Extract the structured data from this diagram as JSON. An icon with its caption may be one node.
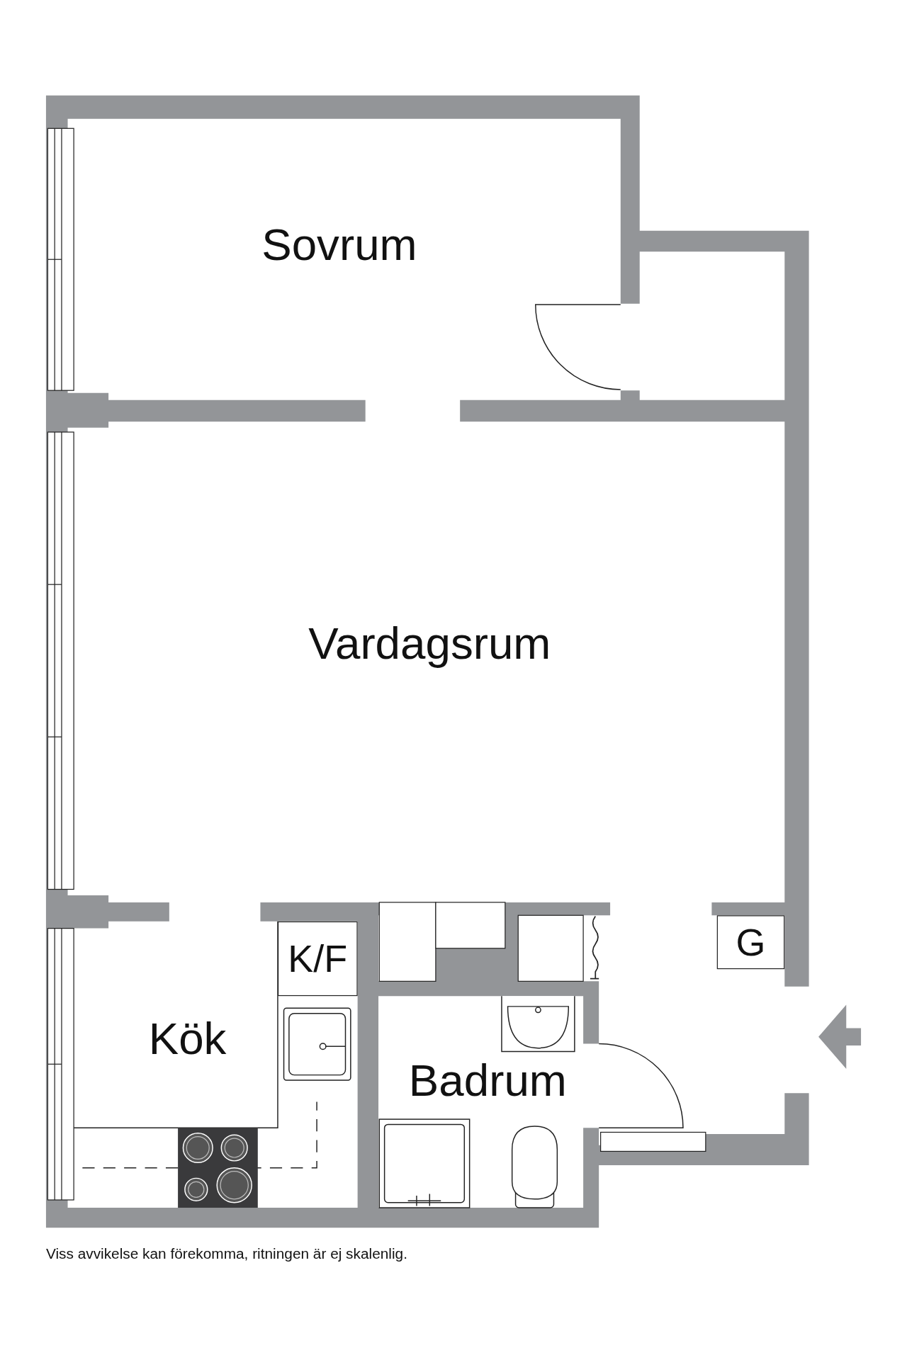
{
  "diagram": {
    "caption": "Viss avvikelse kan förekomma, ritningen är ej skalenlig.",
    "nodes": [
      {
        "text": [
          "K/F"
        ]
      },
      {
        "text": [
          "G"
        ]
      }
    ],
    "labels": [
      "Sovrum",
      "Vardagsrum",
      "Kök",
      "Badrum"
    ]
  }
}
